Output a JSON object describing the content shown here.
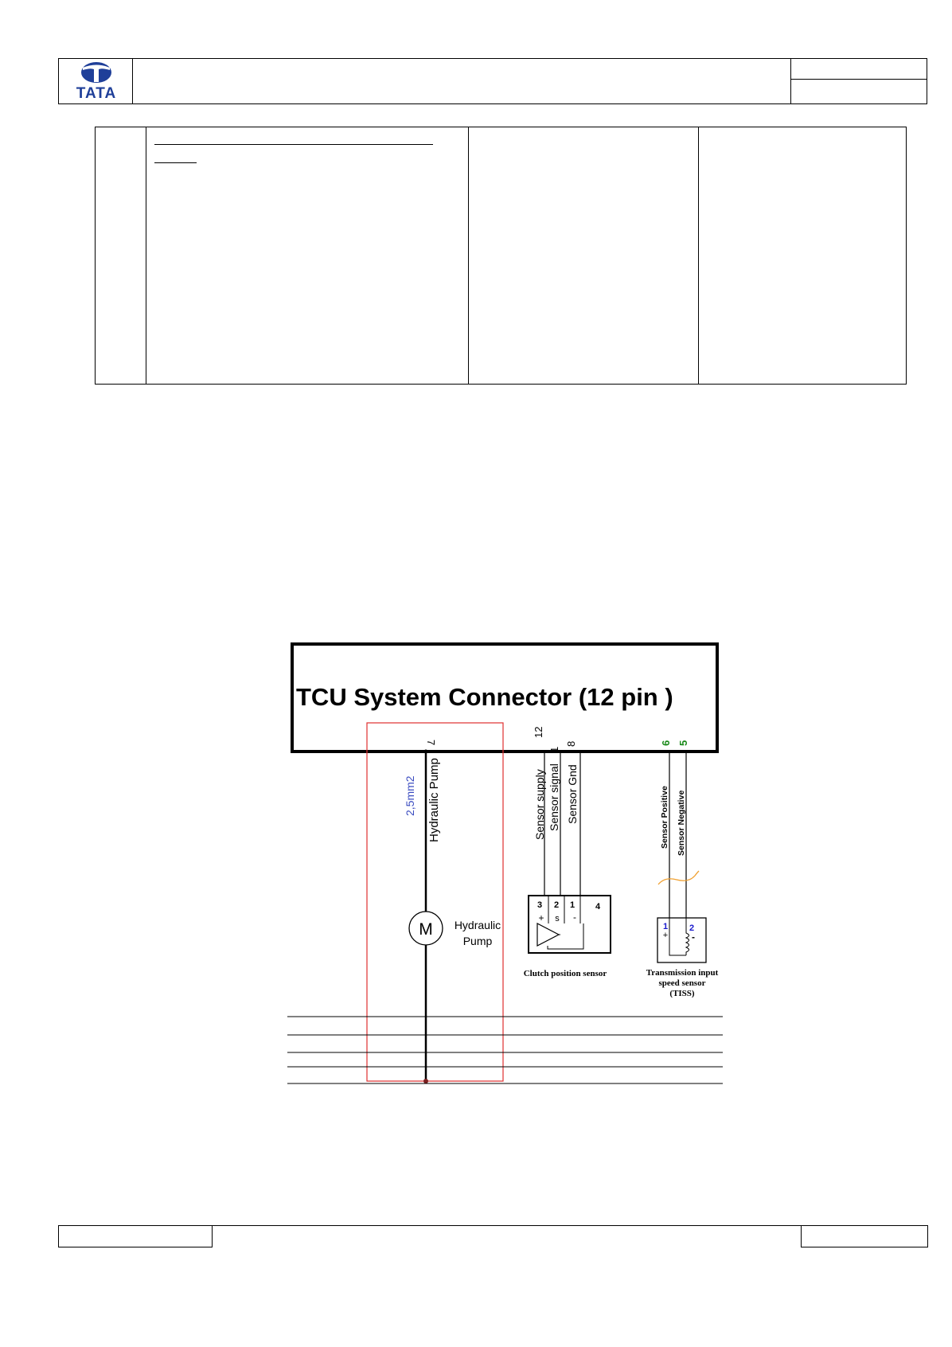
{
  "header": {
    "logo_text": "TATA",
    "brand_color": "#1f3f99"
  },
  "diagram": {
    "connector_title": "TCU  System Connector (12 pin )",
    "pins": {
      "hydraulic": "7",
      "supply": "12",
      "signal": "1",
      "gnd": "8",
      "tiss_positive": "6",
      "tiss_negative": "5"
    },
    "wires": {
      "gauge": "2,5mm2",
      "hydraulic_pump": "Hydraulic Pump",
      "sensor_supply": "Sensor supply",
      "sensor_signal": "Sensor signal",
      "sensor_gnd": "Sensor Gnd",
      "sensor_positive": "Sensor Positive",
      "sensor_negative": "Sensor Negative"
    },
    "motor": {
      "symbol": "M",
      "label_line1": "Hydraulic",
      "label_line2": "Pump"
    },
    "clutch_sensor": {
      "pin3": "3",
      "pin2": "2",
      "pin1": "1",
      "pin4": "4",
      "plus": "+",
      "s": "s",
      "minus": "-",
      "caption": "Clutch position sensor"
    },
    "tiss": {
      "pin1": "1",
      "pin2": "2",
      "plus": "+",
      "minus": "-",
      "caption_line1": "Transmission input",
      "caption_line2": "speed sensor",
      "caption_line3": "(TISS)"
    },
    "colors": {
      "gauge_blue": "#3b4cc0",
      "pin_green": "#1a8a1a",
      "pin_blue": "#1a1acc",
      "highlight_red": "#e03030",
      "twist_orange": "#f0a030"
    }
  }
}
